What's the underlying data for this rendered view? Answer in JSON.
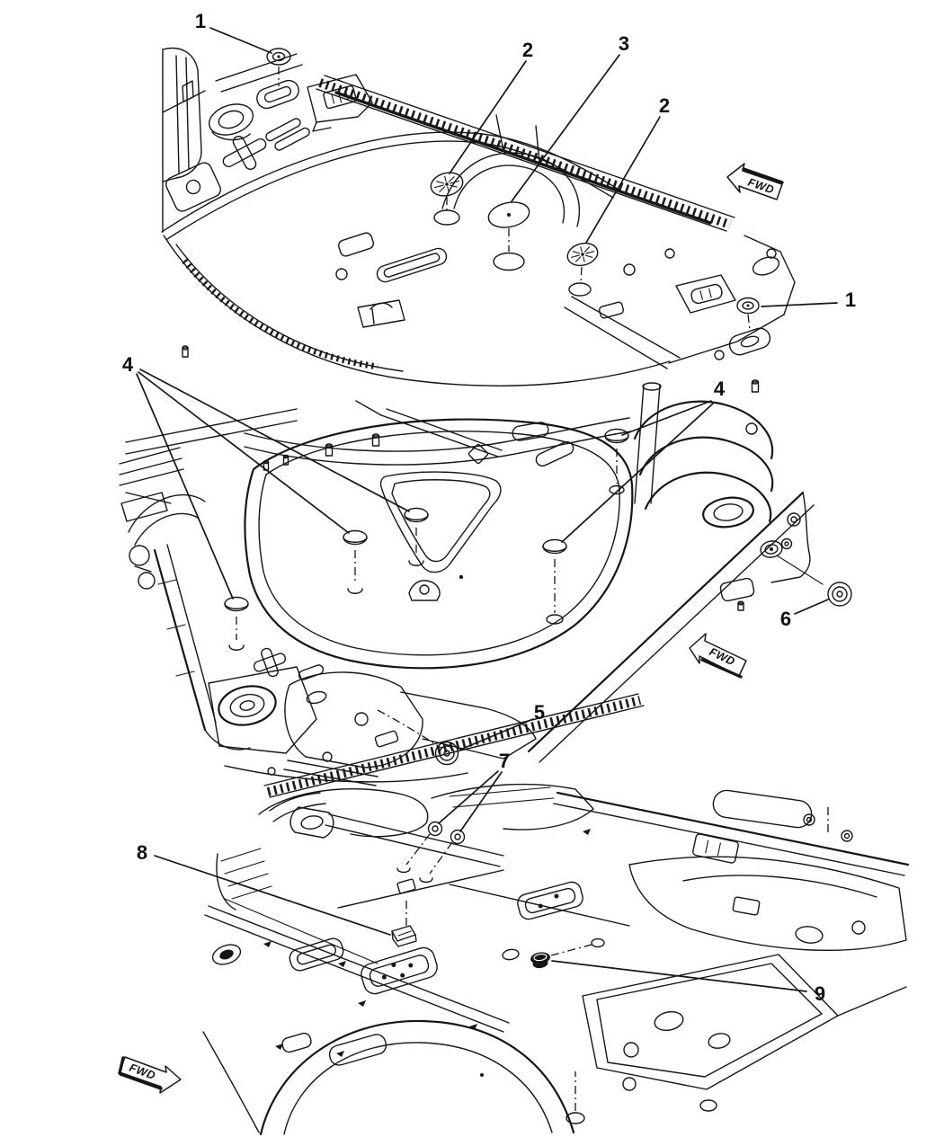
{
  "figure": {
    "background_color": "#ffffff",
    "line_color": "#161616",
    "callouts": {
      "c1a": "1",
      "c2a": "2",
      "c3": "3",
      "c2b": "2",
      "c1b": "1",
      "c4_left": "4",
      "c4_right": "4",
      "c5": "5",
      "c6": "6",
      "c7": "7",
      "c8": "8",
      "c9": "9"
    },
    "direction_arrows": {
      "top": "FWD",
      "middle": "FWD",
      "bottom": "FWD"
    }
  }
}
